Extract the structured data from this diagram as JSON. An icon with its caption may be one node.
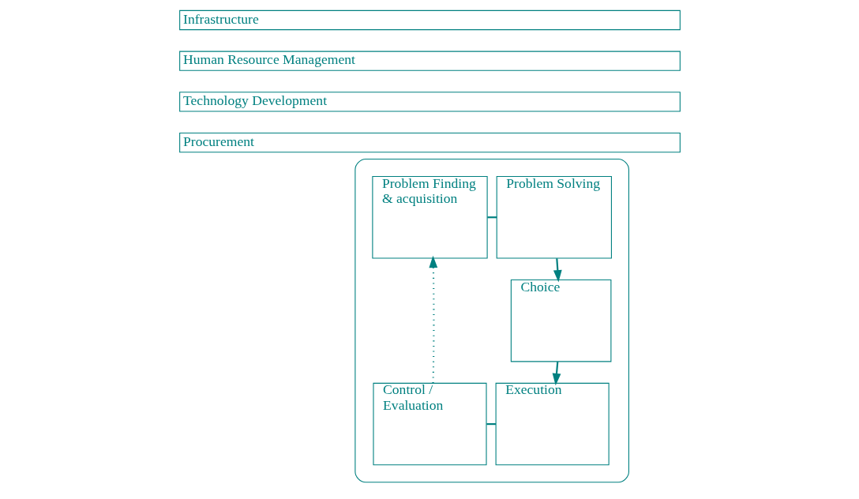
{
  "diagram": {
    "nodes": [
      {
        "text": [
          "Infrastructure"
        ]
      },
      {
        "text": [
          "Human Resource Management"
        ]
      },
      {
        "text": [
          "Technology Development"
        ]
      },
      {
        "text": [
          "Procurement"
        ]
      },
      {
        "text": [],
        "shape": "box"
      },
      {
        "text": [
          "Problem Finding & acquisition"
        ],
        "in": 4
      },
      {
        "text": [
          "Problem Solving"
        ],
        "in": 4
      },
      {
        "text": [
          "Choice"
        ],
        "in": 4
      },
      {
        "text": [
          "Control / Evaluation"
        ],
        "in": 4
      },
      {
        "text": [
          "Execution"
        ],
        "in": 4
      }
    ],
    "edges": [
      {
        "from": 5,
        "to": 6,
        "arrow": "none"
      },
      {
        "from": 6,
        "to": 7,
        "arrow": "to"
      },
      {
        "from": 7,
        "to": 9,
        "arrow": "to"
      },
      {
        "from": 8,
        "to": 9,
        "arrow": "none"
      },
      {
        "from": 8,
        "to": 5,
        "arrow": "to",
        "style": "dashed"
      }
    ]
  }
}
